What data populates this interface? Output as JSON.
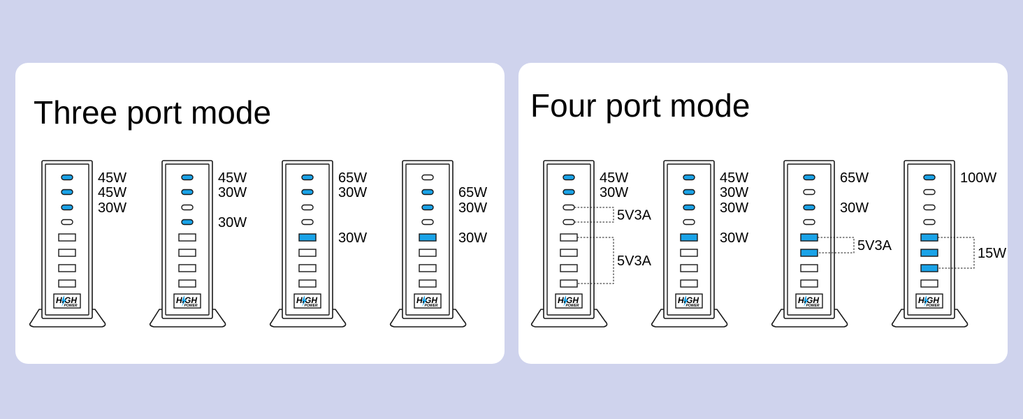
{
  "colors": {
    "background": "#cfd3ed",
    "panel": "#ffffff",
    "active_port": "#1aa3e8",
    "outline": "#1a1a1a"
  },
  "logo": {
    "line1": "HIGH",
    "line2": "POWER",
    "icon": "lightning-bolt-icon"
  },
  "panels": [
    {
      "title": "Three port mode",
      "devices": [
        {
          "c_ports": [
            true,
            true,
            true,
            false
          ],
          "a_ports": [
            false,
            false,
            false,
            false
          ],
          "labels": [
            {
              "text": "45W",
              "row": 0
            },
            {
              "text": "45W",
              "row": 1
            },
            {
              "text": "30W",
              "row": 2
            }
          ],
          "brackets": []
        },
        {
          "c_ports": [
            true,
            true,
            false,
            true
          ],
          "a_ports": [
            false,
            false,
            false,
            false
          ],
          "labels": [
            {
              "text": "45W",
              "row": 0
            },
            {
              "text": "30W",
              "row": 1
            },
            {
              "text": "30W",
              "row": 3
            }
          ],
          "brackets": []
        },
        {
          "c_ports": [
            true,
            true,
            false,
            false
          ],
          "a_ports": [
            true,
            false,
            false,
            false
          ],
          "labels": [
            {
              "text": "65W",
              "row": 0
            },
            {
              "text": "30W",
              "row": 1
            },
            {
              "text": "30W",
              "row": 4
            }
          ],
          "brackets": []
        },
        {
          "c_ports": [
            false,
            true,
            true,
            false
          ],
          "a_ports": [
            true,
            false,
            false,
            false
          ],
          "labels": [
            {
              "text": "65W",
              "row": 1
            },
            {
              "text": "30W",
              "row": 2
            },
            {
              "text": "30W",
              "row": 4
            }
          ],
          "brackets": []
        }
      ]
    },
    {
      "title": "Four port mode",
      "devices": [
        {
          "c_ports": [
            true,
            true,
            false,
            false
          ],
          "a_ports": [
            false,
            false,
            false,
            false
          ],
          "labels": [
            {
              "text": "45W",
              "row": 0
            },
            {
              "text": "30W",
              "row": 1
            }
          ],
          "brackets": [
            {
              "text": "5V3A",
              "from": 2,
              "to": 3
            },
            {
              "text": "5V3A",
              "from": 4,
              "to": 7
            }
          ]
        },
        {
          "c_ports": [
            true,
            true,
            true,
            false
          ],
          "a_ports": [
            true,
            false,
            false,
            false
          ],
          "labels": [
            {
              "text": "45W",
              "row": 0
            },
            {
              "text": "30W",
              "row": 1
            },
            {
              "text": "30W",
              "row": 2
            },
            {
              "text": "30W",
              "row": 4
            }
          ],
          "brackets": []
        },
        {
          "c_ports": [
            true,
            false,
            true,
            false
          ],
          "a_ports": [
            true,
            true,
            false,
            false
          ],
          "labels": [
            {
              "text": "65W",
              "row": 0
            },
            {
              "text": "30W",
              "row": 2
            }
          ],
          "brackets": [
            {
              "text": "5V3A",
              "from": 4,
              "to": 5
            }
          ]
        },
        {
          "c_ports": [
            true,
            false,
            false,
            false
          ],
          "a_ports": [
            true,
            true,
            true,
            false
          ],
          "labels": [
            {
              "text": "100W",
              "row": 0
            }
          ],
          "brackets": [
            {
              "text": "15W",
              "from": 4,
              "to": 6
            }
          ]
        }
      ]
    }
  ]
}
